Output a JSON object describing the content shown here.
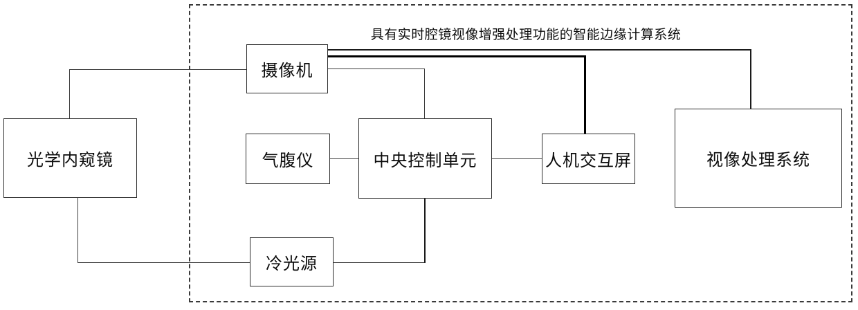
{
  "diagram": {
    "title": "具有实时腔镜视像增强处理功能的智能边缘计算系统",
    "nodes": {
      "endoscope": "光学内窥镜",
      "camera": "摄像机",
      "insufflator": "气腹仪",
      "ccu": "中央控制单元",
      "hmi": "人机交互屏",
      "vps": "视像处理系统",
      "cls": "冷光源"
    },
    "connections": [
      {
        "from": "摄像机",
        "to": "视像处理系统",
        "style": "medium"
      },
      {
        "from": "摄像机",
        "to": "人机交互屏",
        "style": "thick"
      },
      {
        "from": "摄像机",
        "to": "中央控制单元",
        "style": "thin"
      },
      {
        "from": "光学内窥镜",
        "to": "摄像机",
        "style": "thin"
      },
      {
        "from": "光学内窥镜",
        "to": "冷光源",
        "style": "thin"
      },
      {
        "from": "冷光源",
        "to": "中央控制单元",
        "style": "thin"
      },
      {
        "from": "气腹仪",
        "to": "中央控制单元",
        "style": "thin"
      },
      {
        "from": "中央控制单元",
        "to": "人机交互屏",
        "style": "thin"
      }
    ],
    "colors": {
      "background": "#ffffff",
      "line": "#3c3c3c",
      "thick_line": "#000000",
      "box_border": "#2b2b2b",
      "text": "#0c0c0c"
    }
  }
}
